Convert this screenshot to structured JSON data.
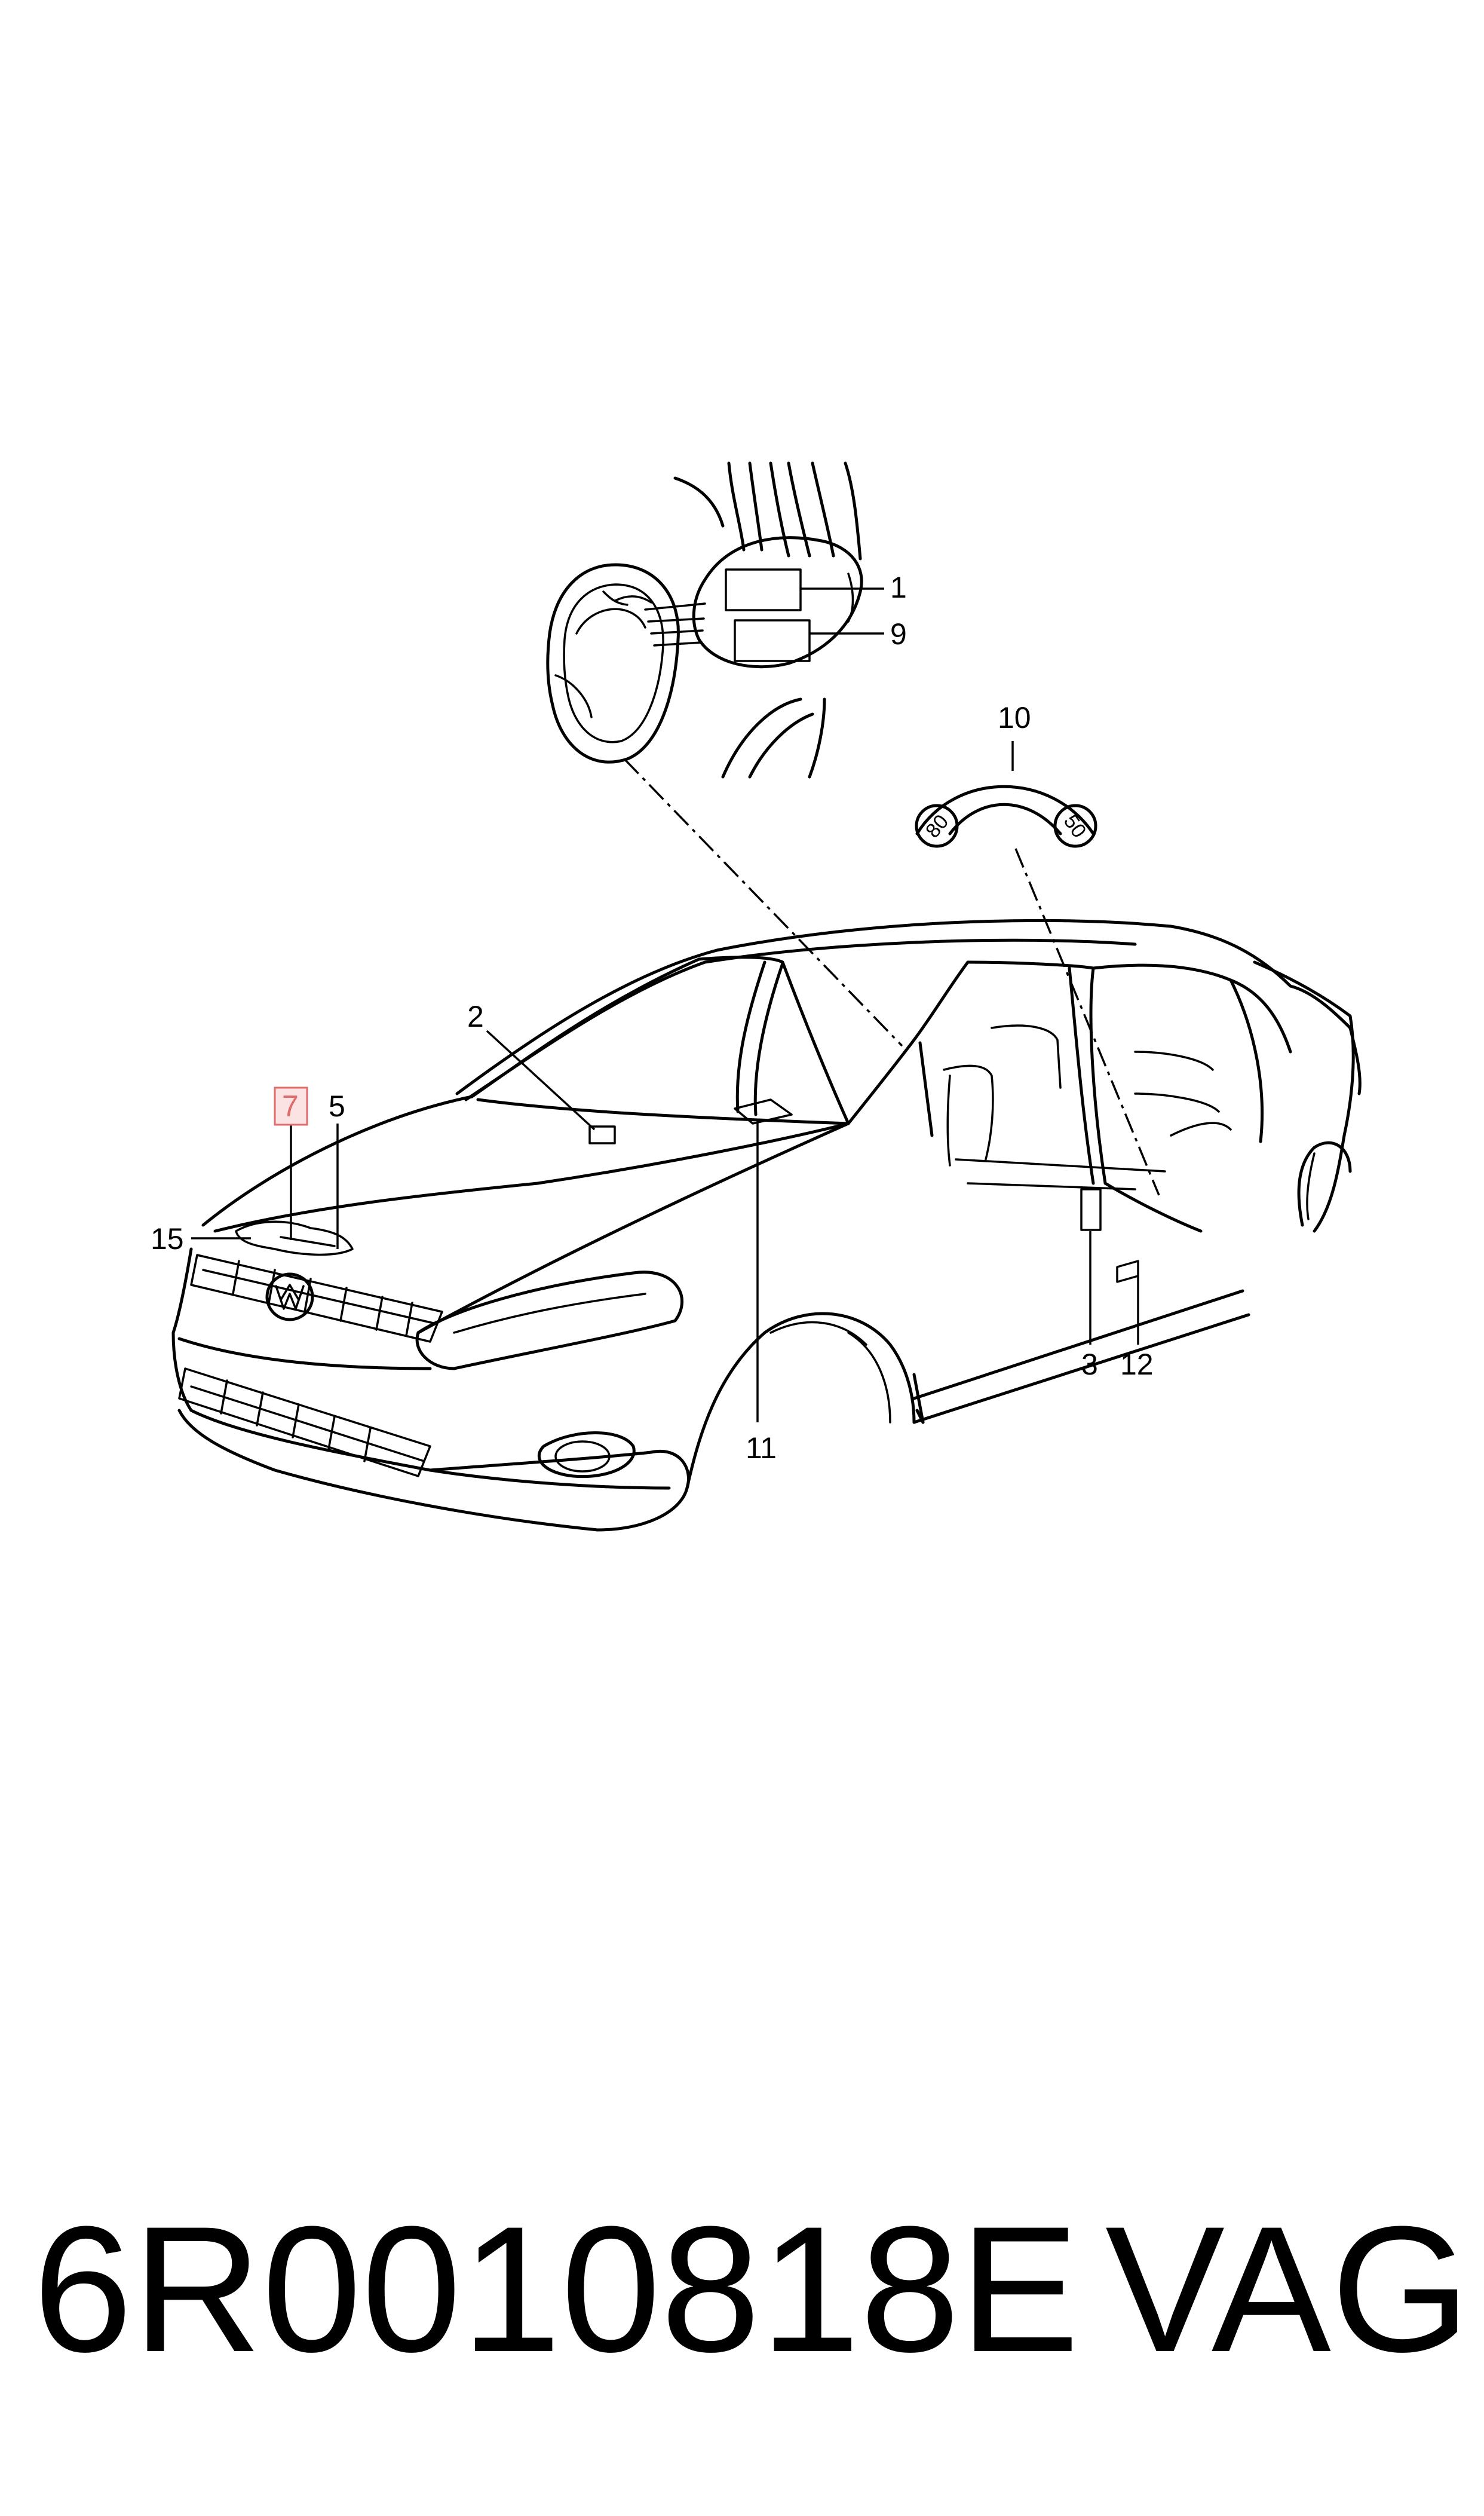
{
  "callouts": {
    "c1": "1",
    "c9": "9",
    "c10": "10",
    "c2": "2",
    "c7": "7",
    "c5": "5",
    "c15": "15",
    "c11": "11",
    "c3": "3",
    "c12": "12"
  },
  "badge": {
    "left": "80",
    "right": "50"
  },
  "highlight_color": "#e06b6b",
  "footer": {
    "part_number": "6R0010818E",
    "brand": "VAG"
  }
}
